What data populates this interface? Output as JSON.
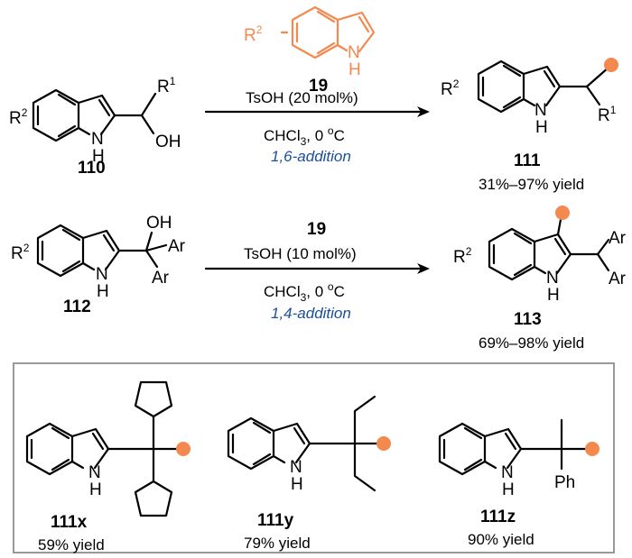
{
  "reagent": {
    "label": "19",
    "substituent": "R",
    "sup": "2",
    "nh": "N",
    "h": "H"
  },
  "reaction1": {
    "substrate": {
      "label": "110",
      "r_sub": "R",
      "r_sub_sup": "2",
      "r1": "R",
      "r1_sup": "1",
      "oh": "OH",
      "nh": "N",
      "h": "H"
    },
    "reagent_label": "19",
    "condition1": "TsOH  (20 mol%)",
    "condition2_pre": "CHCl",
    "condition2_sub": "3",
    "condition2_post": ", 0 ",
    "condition2_deg": "o",
    "condition2_unit": "C",
    "addition_type": "1,6-addition",
    "product": {
      "label": "111",
      "yield": "31%–97% yield",
      "r_sub": "R",
      "r_sub_sup": "2",
      "r1": "R",
      "r1_sup": "1",
      "nh": "N",
      "h": "H"
    }
  },
  "reaction2": {
    "substrate": {
      "label": "112",
      "r_sub": "R",
      "r_sub_sup": "2",
      "oh": "OH",
      "ar1": "Ar",
      "ar2": "Ar",
      "nh": "N",
      "h": "H"
    },
    "reagent_label": "19",
    "condition1": "TsOH  (10 mol%)",
    "condition2_pre": "CHCl",
    "condition2_sub": "3",
    "condition2_post": ", 0 ",
    "condition2_deg": "o",
    "condition2_unit": "C",
    "addition_type": "1,4-addition",
    "product": {
      "label": "113",
      "yield": "69%–98% yield",
      "r_sub": "R",
      "r_sub_sup": "2",
      "ar1": "Ar",
      "ar2": "Ar",
      "nh": "N",
      "h": "H"
    }
  },
  "examples": [
    {
      "label": "111x",
      "yield": "59% yield",
      "nh": "N",
      "h": "H"
    },
    {
      "label": "111y",
      "yield": "79% yield",
      "nh": "N",
      "h": "H"
    },
    {
      "label": "111z",
      "yield": "90% yield",
      "nh": "N",
      "h": "H",
      "ph": "Ph"
    }
  ],
  "colors": {
    "highlight": "#f4894f",
    "addition_text": "#1b4f9c",
    "box_border": "#999999"
  }
}
